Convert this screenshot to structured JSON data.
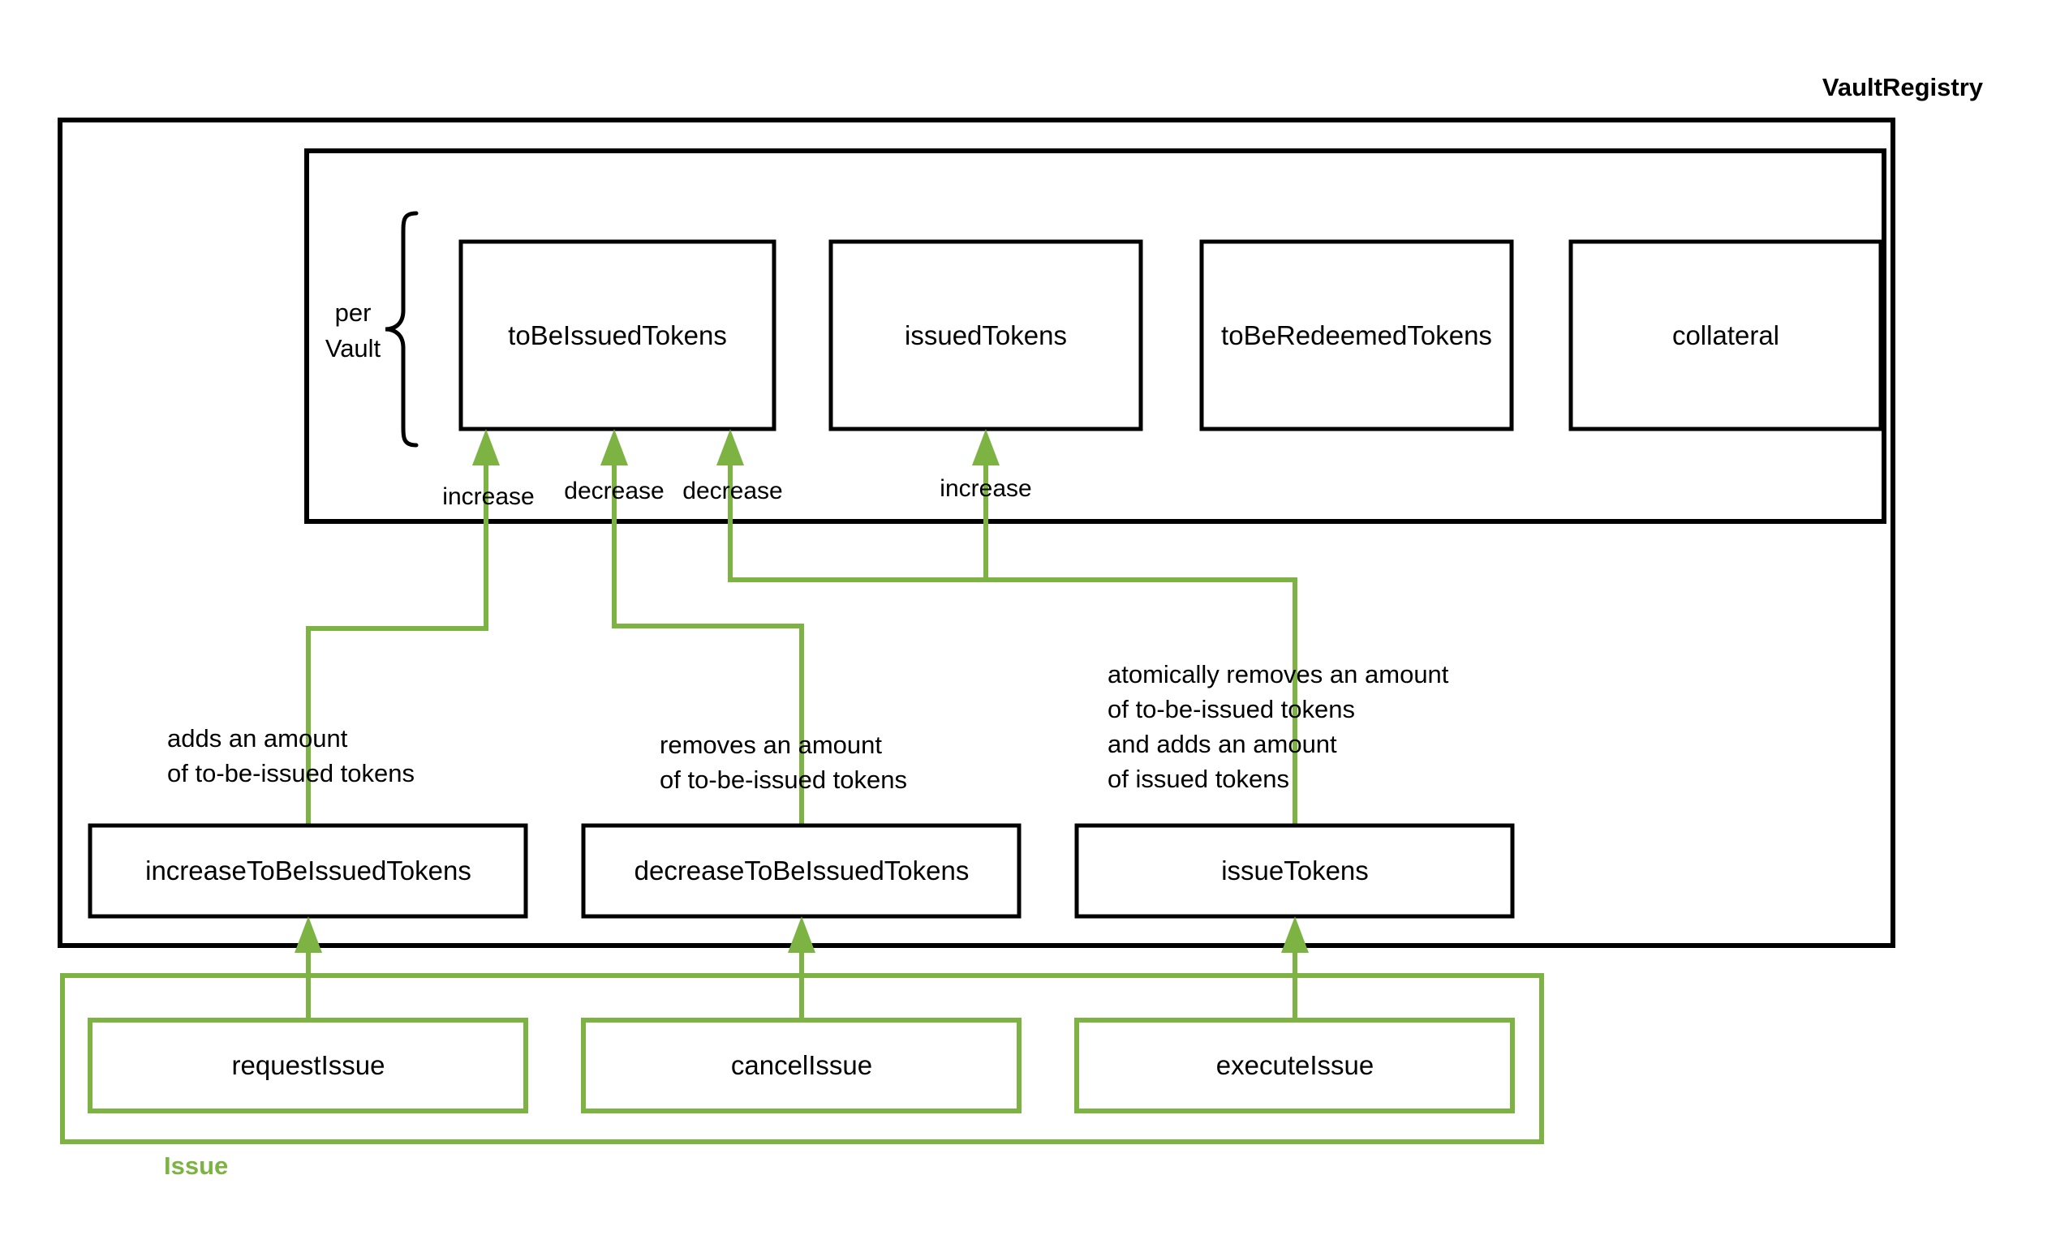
{
  "diagram": {
    "title": "VaultRegistry",
    "group_label": "Issue",
    "brace_label_line1": "per",
    "brace_label_line2": "Vault",
    "accent_green": "#7cb342",
    "line_black": "#000000",
    "storage_boxes": [
      {
        "label": "toBeIssuedTokens"
      },
      {
        "label": "issuedTokens"
      },
      {
        "label": "toBeRedeemedTokens"
      },
      {
        "label": "collateral"
      }
    ],
    "edge_labels": [
      {
        "label": "increase"
      },
      {
        "label": "decrease"
      },
      {
        "label": "decrease"
      },
      {
        "label": "increase"
      }
    ],
    "function_boxes": [
      {
        "label": "increaseToBeIssuedTokens"
      },
      {
        "label": "decreaseToBeIssuedTokens"
      },
      {
        "label": "issueTokens"
      }
    ],
    "descriptions": [
      {
        "lines": [
          "adds an amount",
          "of to-be-issued tokens"
        ]
      },
      {
        "lines": [
          "removes an amount",
          "of to-be-issued tokens"
        ]
      },
      {
        "lines": [
          "atomically removes an amount",
          "of to-be-issued tokens",
          "and adds an amount",
          "of issued tokens"
        ]
      }
    ],
    "issue_boxes": [
      {
        "label": "requestIssue"
      },
      {
        "label": "cancelIssue"
      },
      {
        "label": "executeIssue"
      }
    ]
  }
}
